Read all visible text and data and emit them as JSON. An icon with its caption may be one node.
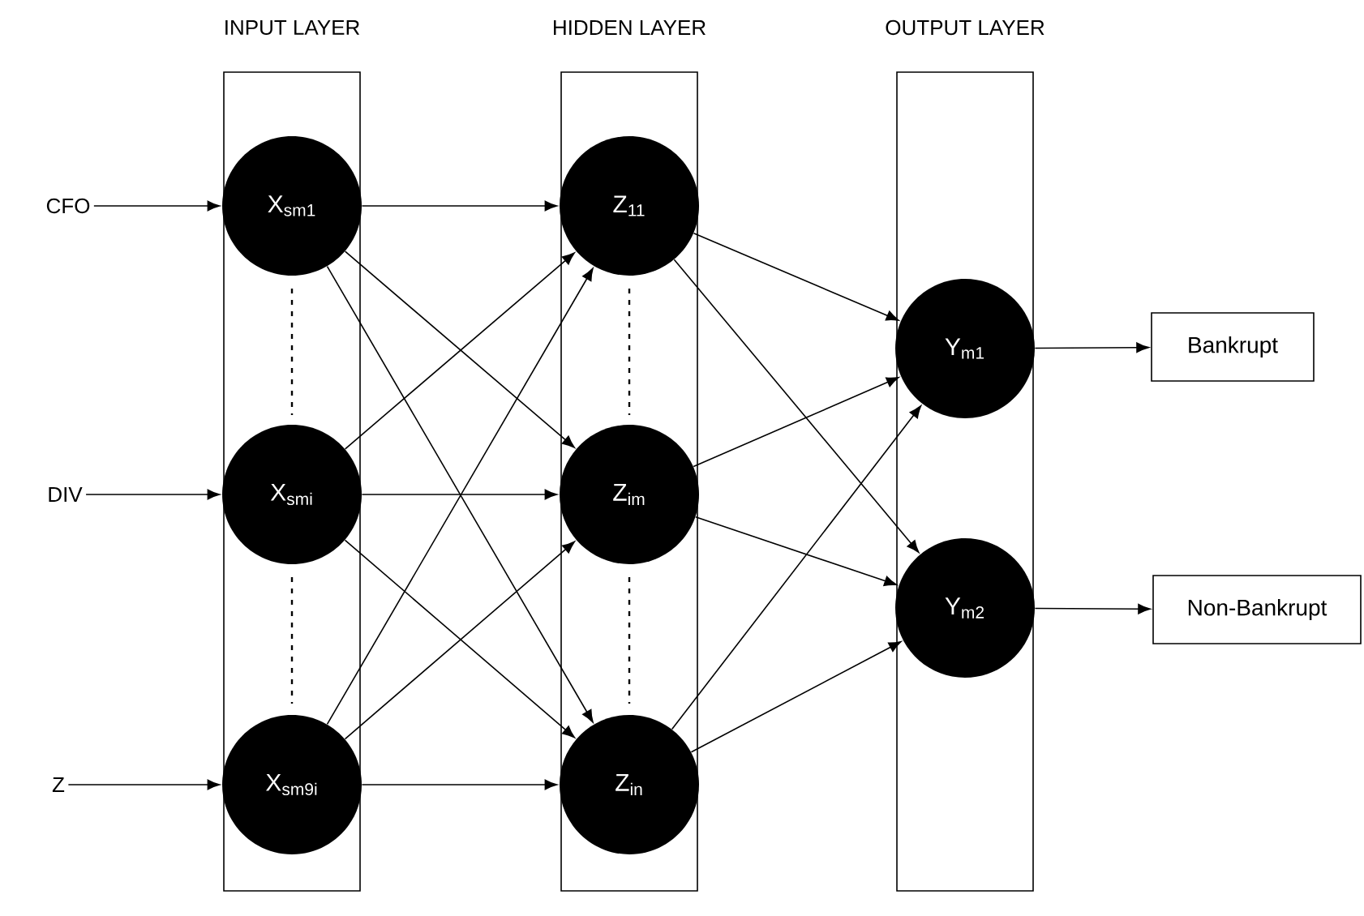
{
  "diagram": {
    "nodes": [
      {
        "text": [
          "INPUT LAYER"
        ]
      },
      {
        "text": [
          "HIDDEN LAYER"
        ]
      },
      {
        "text": [
          "OUTPUT LAYER"
        ]
      },
      {
        "text": [
          "X$_{sm1}$"
        ],
        "in": 0
      },
      {
        "text": [
          "X$_{smi}$"
        ],
        "in": 0
      },
      {
        "text": [
          "X$_{sm9i}$"
        ],
        "in": 0
      },
      {
        "text": [
          "Z$_{11}$"
        ],
        "in": 1
      },
      {
        "text": [
          "Z$_{im}$"
        ],
        "in": 1
      },
      {
        "text": [
          "Z$_{in}$"
        ],
        "in": 1
      },
      {
        "text": [
          "Y$_{m1}$"
        ],
        "in": 2
      },
      {
        "text": [
          "Y$_{m2}$"
        ],
        "in": 2
      },
      {
        "text": [
          "CFO"
        ]
      },
      {
        "text": [
          "DIV"
        ]
      },
      {
        "text": [
          "Z"
        ]
      },
      {
        "text": [
          "Bankrupt"
        ]
      },
      {
        "text": [
          "Non-Bankrupt"
        ]
      }
    ],
    "edges": [
      {
        "from": 11,
        "to": 3,
        "arrow": "to"
      },
      {
        "from": 12,
        "to": 4,
        "arrow": "to"
      },
      {
        "from": 13,
        "to": 5,
        "arrow": "to"
      },
      {
        "from": 3,
        "to": 6,
        "arrow": "to"
      },
      {
        "from": 3,
        "to": 7,
        "arrow": "to"
      },
      {
        "from": 3,
        "to": 8,
        "arrow": "to"
      },
      {
        "from": 4,
        "to": 6,
        "arrow": "to"
      },
      {
        "from": 4,
        "to": 7,
        "arrow": "to"
      },
      {
        "from": 4,
        "to": 8,
        "arrow": "to"
      },
      {
        "from": 5,
        "to": 6,
        "arrow": "to"
      },
      {
        "from": 5,
        "to": 7,
        "arrow": "to"
      },
      {
        "from": 5,
        "to": 8,
        "arrow": "to"
      },
      {
        "from": 6,
        "to": 9,
        "arrow": "to"
      },
      {
        "from": 6,
        "to": 10,
        "arrow": "to"
      },
      {
        "from": 7,
        "to": 9,
        "arrow": "to"
      },
      {
        "from": 7,
        "to": 10,
        "arrow": "to"
      },
      {
        "from": 8,
        "to": 9,
        "arrow": "to"
      },
      {
        "from": 8,
        "to": 10,
        "arrow": "to"
      },
      {
        "from": 9,
        "to": 14,
        "arrow": "to"
      },
      {
        "from": 10,
        "to": 15,
        "arrow": "to"
      }
    ]
  }
}
